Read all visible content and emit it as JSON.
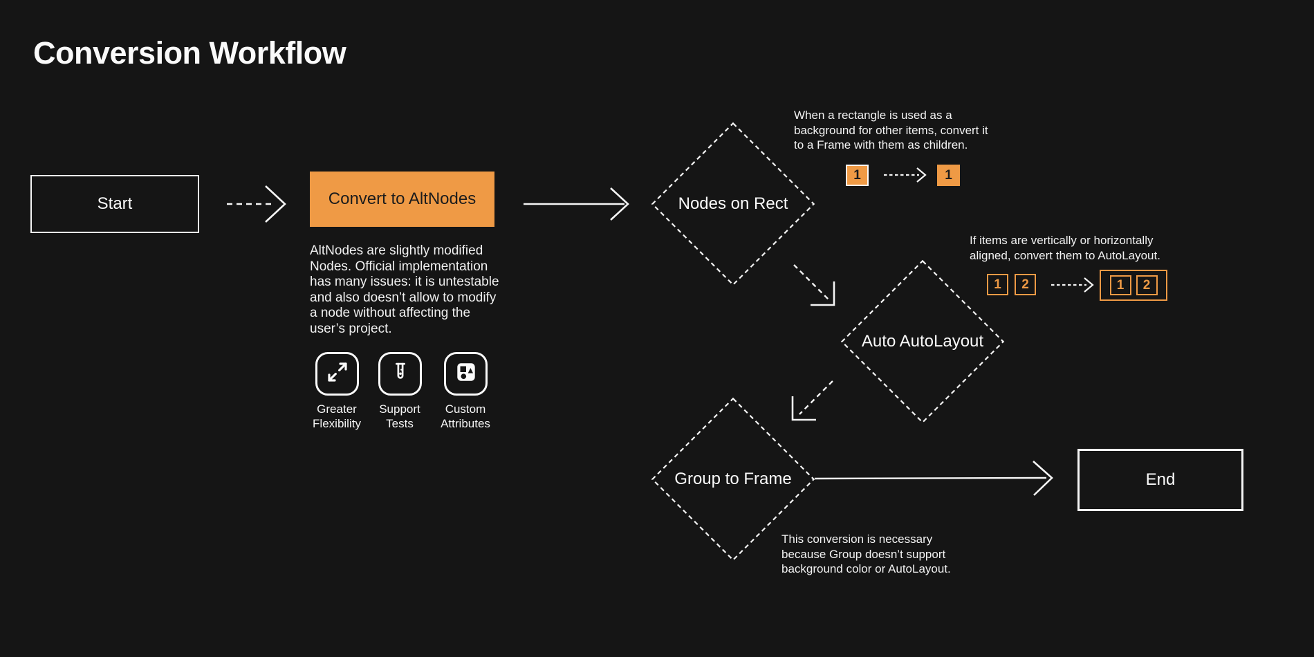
{
  "title": "Conversion Workflow",
  "colors": {
    "background": "#151515",
    "accent_orange": "#EF9A45",
    "line_white": "#F5F5F5"
  },
  "nodes": {
    "start": {
      "label": "Start"
    },
    "convert": {
      "label": "Convert to AltNodes"
    },
    "nodes_on_rect": {
      "label": "Nodes on Rect"
    },
    "auto_autolayout": {
      "label": "Auto AutoLayout"
    },
    "group_to_frame": {
      "label": "Group to Frame"
    },
    "end": {
      "label": "End"
    }
  },
  "convert_description": "AltNodes are slightly modified Nodes. Official implementation has many issues: it is untestable and also doesn’t allow to modify a node without affecting the user’s project.",
  "features": [
    {
      "icon": "expand-icon",
      "line1": "Greater",
      "line2": "Flexibility"
    },
    {
      "icon": "test-tube-icon",
      "line1": "Support",
      "line2": "Tests"
    },
    {
      "icon": "shapes-icon",
      "line1": "Custom",
      "line2": "Attributes"
    }
  ],
  "annotations": {
    "nodes_on_rect": {
      "text": "When a rectangle is used as a background for other items, convert it to a Frame with them as children.",
      "before_label": "1",
      "after_label": "1"
    },
    "auto_autolayout": {
      "text": "If items are vertically or horizontally aligned, convert them to AutoLayout.",
      "before_labels": [
        "1",
        "2"
      ],
      "after_labels": [
        "1",
        "2"
      ]
    },
    "group_to_frame": {
      "text": "This conversion is necessary because Group doesn’t support background color or AutoLayout."
    }
  }
}
